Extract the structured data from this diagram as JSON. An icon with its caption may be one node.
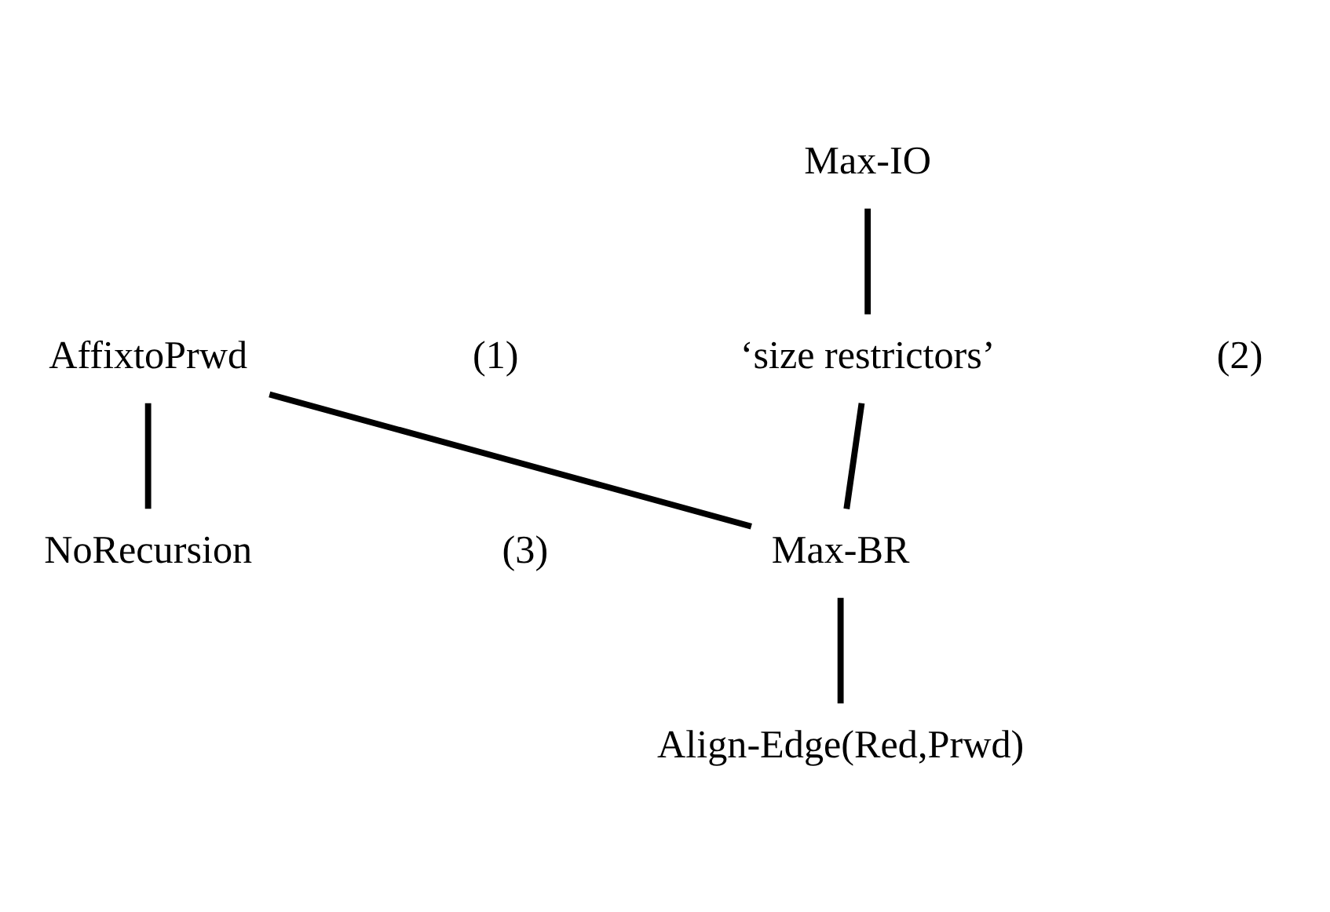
{
  "diagram": {
    "nodes": [
      {
        "text": [
          "AffixtoPrwd"
        ]
      },
      {
        "text": [
          "Max-IO"
        ]
      },
      {
        "text": [
          "NoRecursion"
        ]
      },
      {
        "text": [
          "‘size restrictors’"
        ]
      },
      {
        "text": [
          "Max-BR"
        ]
      },
      {
        "text": [
          "Align-Edge(Red,Prwd)"
        ]
      }
    ],
    "edges": [
      {
        "from": 0,
        "to": 2,
        "arrow": "none"
      },
      {
        "from": 0,
        "to": 4,
        "arrow": "none"
      },
      {
        "from": 1,
        "to": 3,
        "arrow": "none"
      },
      {
        "from": 3,
        "to": 4,
        "arrow": "none"
      },
      {
        "from": 4,
        "to": 5,
        "arrow": "none"
      }
    ],
    "labels": [
      "(1)",
      "(2)",
      "(3)"
    ]
  }
}
